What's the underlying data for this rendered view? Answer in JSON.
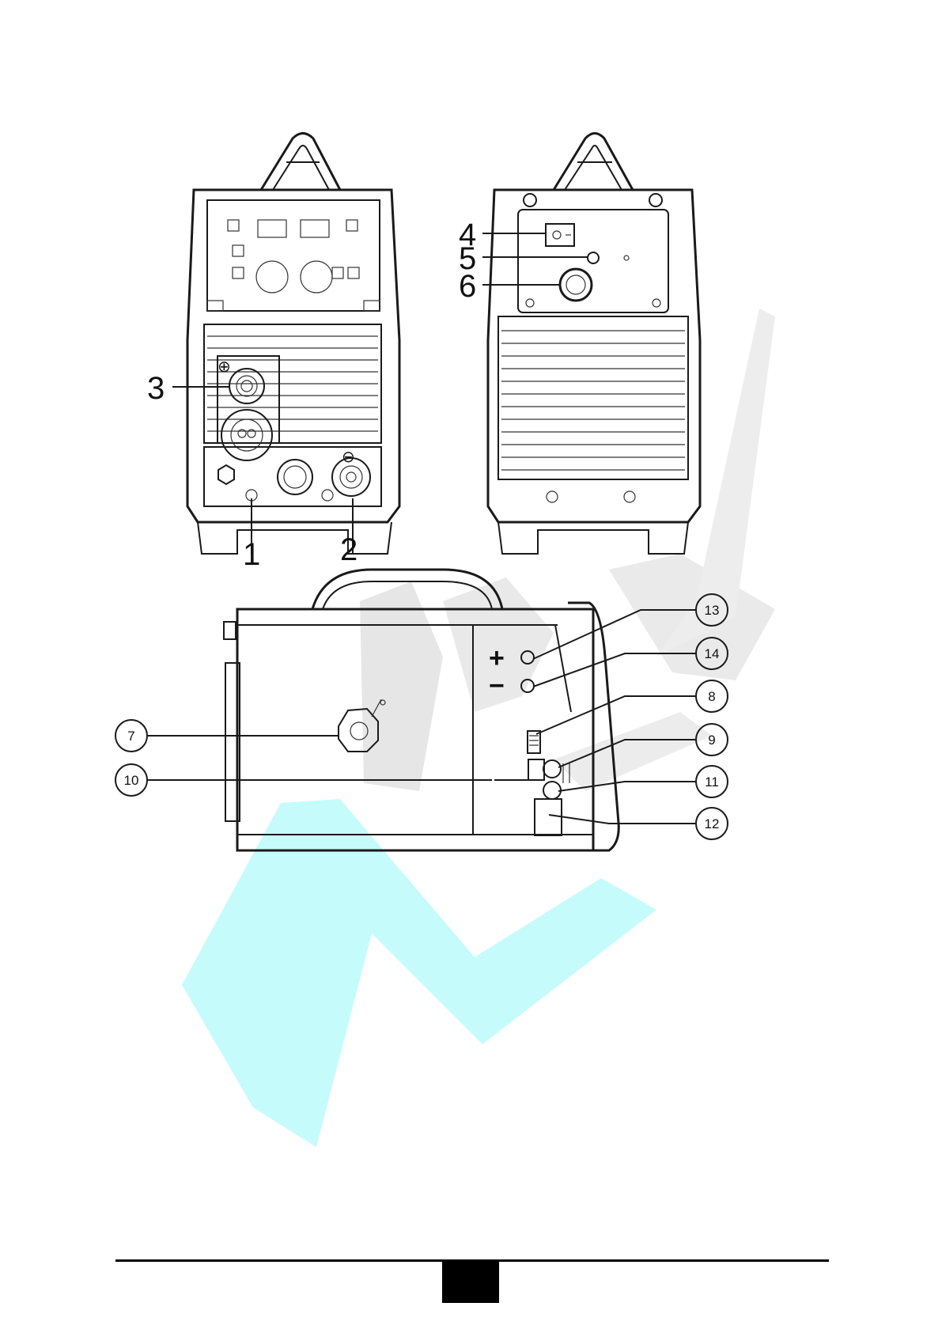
{
  "diagram": {
    "callouts_front": [
      {
        "id": "1",
        "label": "1"
      },
      {
        "id": "2",
        "label": "2"
      },
      {
        "id": "3",
        "label": "3"
      }
    ],
    "callouts_rear": [
      {
        "id": "4",
        "label": "4"
      },
      {
        "id": "5",
        "label": "5"
      },
      {
        "id": "6",
        "label": "6"
      }
    ],
    "callouts_side": [
      {
        "id": "7",
        "label": "7"
      },
      {
        "id": "8",
        "label": "8"
      },
      {
        "id": "9",
        "label": "9"
      },
      {
        "id": "10",
        "label": "10"
      },
      {
        "id": "11",
        "label": "11"
      },
      {
        "id": "12",
        "label": "12"
      },
      {
        "id": "13",
        "label": "13"
      },
      {
        "id": "14",
        "label": "14"
      }
    ],
    "polarity": {
      "plus": "+",
      "minus": "−"
    },
    "terminal_symbols": {
      "positive": "⊕",
      "negative": "⊖"
    }
  },
  "colors": {
    "line": "#1a1a1a",
    "watermark": "#c8fcfc",
    "watermark_gray": "#e4e4e4"
  }
}
